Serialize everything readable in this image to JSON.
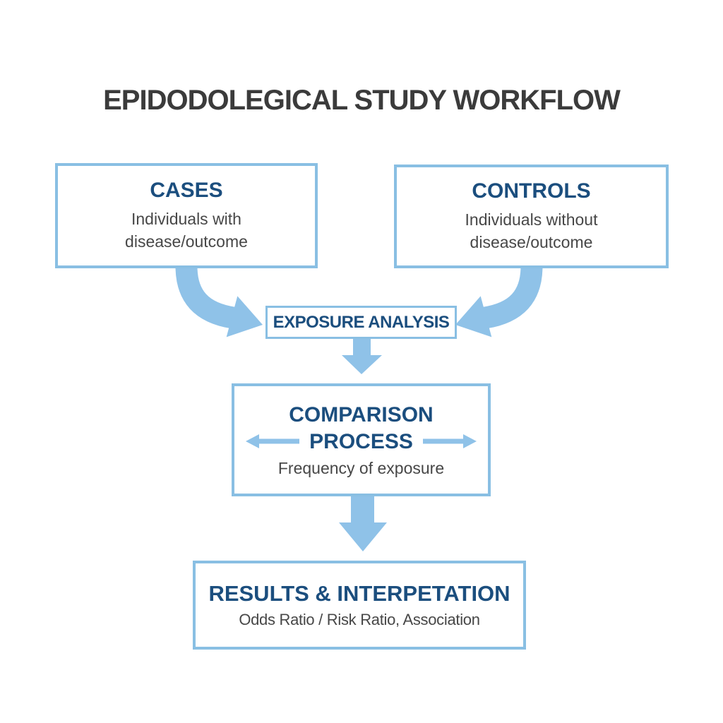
{
  "title": "EPIDODOLEGICAL STUDY WORKFLOW",
  "boxes": {
    "cases": {
      "heading": "CASES",
      "line1": "Individuals with",
      "line2": "disease/outcome"
    },
    "controls": {
      "heading": "CONTROLS",
      "line1": "Individuals without",
      "line2": "disease/outcome"
    },
    "exposure": {
      "heading": "EXPOSURE ANALYSIS"
    },
    "comparison": {
      "heading_line1": "COMPARISON",
      "heading_line2": "PROCESS",
      "subtitle": "Frequency of exposure"
    },
    "results": {
      "heading": "RESULTS & INTERPETATION",
      "subtitle": "Odds Ratio / Risk Ratio, Association"
    }
  },
  "icons": {
    "curved_arrow_left": "curved flow arrow from CASES to EXPOSURE ANALYSIS",
    "curved_arrow_right": "curved flow arrow from CONTROLS to EXPOSURE ANALYSIS",
    "down_arrow_small": "downward flow arrow from EXPOSURE ANALYSIS to COMPARISON PROCESS",
    "down_arrow_large": "downward flow arrow from COMPARISON PROCESS to RESULTS",
    "left_arrow": "leftward arrow beside PROCESS",
    "right_arrow": "rightward arrow beside PROCESS"
  },
  "colors": {
    "accent_blue": "#8FC2E8",
    "border_blue": "#89BFE3",
    "navy": "#1B4E7E",
    "text_gray": "#474747",
    "title_gray": "#3B3B3B",
    "bg": "#FFFFFF"
  }
}
